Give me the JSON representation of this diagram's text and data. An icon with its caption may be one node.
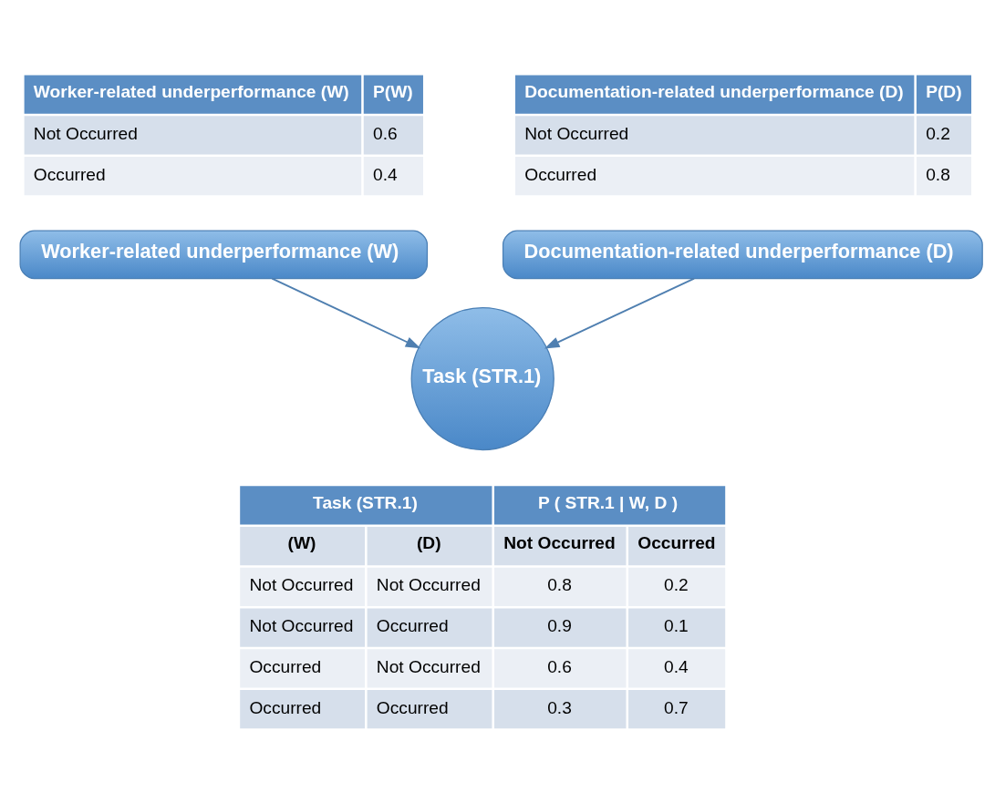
{
  "diagram": {
    "nodes": [
      {
        "text": [
          "Worker-related underperformance (W)"
        ]
      },
      {
        "text": [
          "Documentation-related underperformance (D)"
        ]
      },
      {
        "text": [
          "Task (STR.1)"
        ]
      }
    ],
    "edges": [
      {
        "from": 0,
        "to": 2,
        "arrow": "to"
      },
      {
        "from": 1,
        "to": 2,
        "arrow": "to"
      }
    ],
    "labels": [
      "Worker-related underperformance (W)",
      "P(W)",
      "Not Occurred",
      "0.6",
      "Occurred",
      "0.4",
      "Documentation-related underperformance (D)",
      "P(D)",
      "Not Occurred",
      "0.2",
      "Occurred",
      "0.8",
      "Task (STR.1)",
      "P ( STR.1 | W, D )",
      "(W)",
      "(D)",
      "Not Occurred",
      "Occurred",
      "Not Occurred",
      "Not Occurred",
      "0.8",
      "0.2",
      "Not Occurred",
      "Occurred",
      "0.9",
      "0.1",
      "Occurred",
      "Not Occurred",
      "0.6",
      "0.4",
      "Occurred",
      "Occurred",
      "0.3",
      "0.7"
    ]
  }
}
